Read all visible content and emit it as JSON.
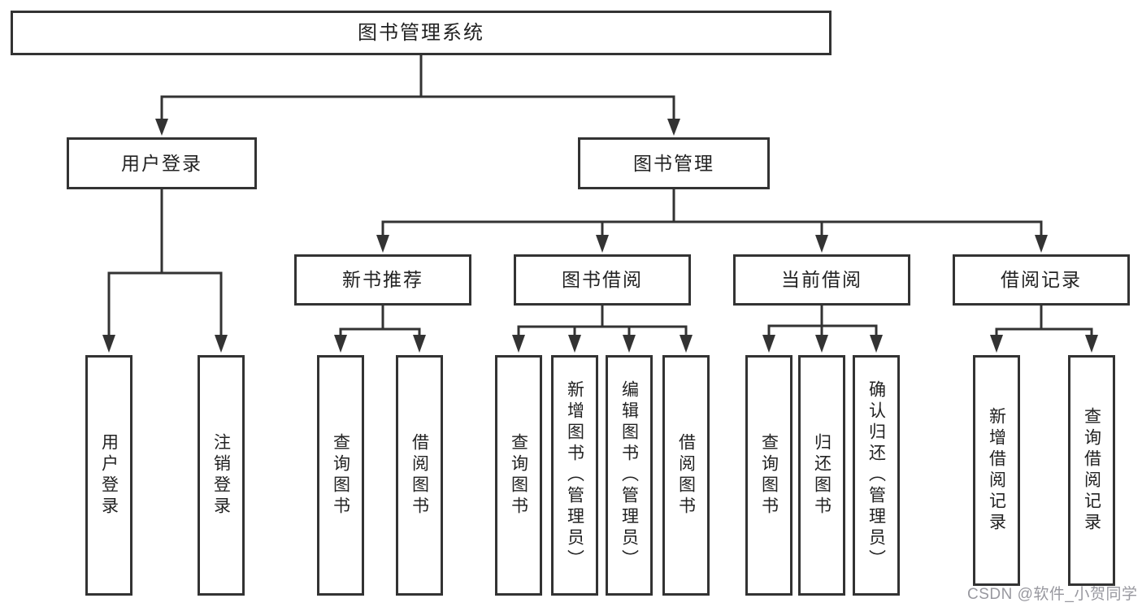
{
  "diagram": {
    "root": {
      "label": "图书管理系统"
    },
    "branches": [
      {
        "label": "用户登录",
        "children": [
          {
            "label": "用户登录"
          },
          {
            "label": "注销登录"
          }
        ]
      },
      {
        "label": "图书管理",
        "children": [
          {
            "label": "新书推荐",
            "children": [
              {
                "label": "查询图书"
              },
              {
                "label": "借阅图书"
              }
            ]
          },
          {
            "label": "图书借阅",
            "children": [
              {
                "label": "查询图书"
              },
              {
                "label": "新增图书（管理员）"
              },
              {
                "label": "编辑图书（管理员）"
              },
              {
                "label": "借阅图书"
              }
            ]
          },
          {
            "label": "当前借阅",
            "children": [
              {
                "label": "查询图书"
              },
              {
                "label": "归还图书"
              },
              {
                "label": "确认归还（管理员）"
              }
            ]
          },
          {
            "label": "借阅记录",
            "children": [
              {
                "label": "新增借阅记录"
              },
              {
                "label": "查询借阅记录"
              }
            ]
          }
        ]
      }
    ]
  },
  "watermark": {
    "text": "CSDN @软件_小贺同学"
  },
  "colors": {
    "line": "#333333",
    "box_border": "#333333",
    "text": "#222222",
    "watermark": "#98989f",
    "background": "#ffffff"
  }
}
